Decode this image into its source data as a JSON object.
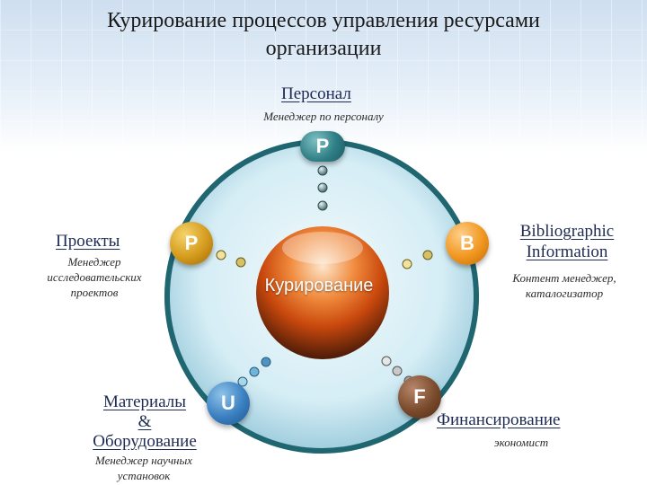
{
  "title_line1": "Курирование процессов управления ресурсами",
  "title_line2": "организации",
  "center": {
    "label": "Курирование"
  },
  "nodes": {
    "top": {
      "letter": "P",
      "title": "Персонал",
      "subtitle": "Менеджер по персоналу"
    },
    "left": {
      "letter": "P",
      "title": "Проекты",
      "subtitle": "Менеджер исследовательских проектов"
    },
    "right": {
      "letter": "B",
      "title_line1": "Bibliographic",
      "title_line2": "Information",
      "subtitle": "Контент менеджер, каталогизатор"
    },
    "bottom_left": {
      "letter": "U",
      "title_line1": "Материалы",
      "title_line2": "&",
      "title_line3": "Оборудование",
      "subtitle": "Менеджер научных установок"
    },
    "bottom_right": {
      "letter": "F",
      "title": "Финансирование",
      "subtitle": "экономист"
    }
  },
  "colors": {
    "ring_outer": "#1f6670",
    "ring_fill": "#d5edf5",
    "center_top": "#fde6cc",
    "center_mid": "#e3641c",
    "center_bottom": "#4a1b08",
    "badge_top": "#2f7f86",
    "badge_left": "#d49a1c",
    "badge_right": "#f0961f",
    "badge_bottom_left": "#3a7fc0",
    "badge_bottom_right": "#7a4a2c"
  },
  "icons": {
    "connector": "bead-chain-icon"
  }
}
